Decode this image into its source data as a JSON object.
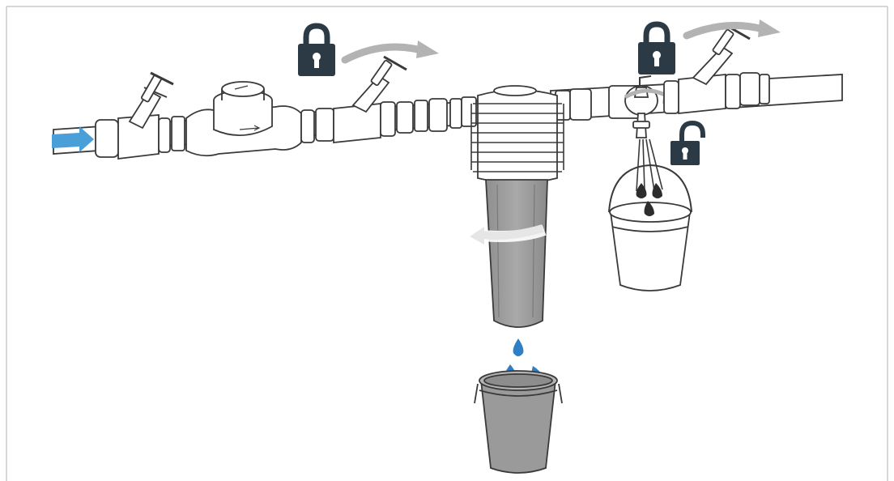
{
  "diagram": {
    "elements": [
      {
        "name": "inlet-flow-arrow",
        "icon": "arrow-right-icon"
      },
      {
        "name": "upstream-shutoff-valve",
        "icon": "valve-icon"
      },
      {
        "name": "water-meter",
        "icon": "meter-icon"
      },
      {
        "name": "pre-filter-valve",
        "icon": "valve-icon"
      },
      {
        "name": "filter-housing-head",
        "icon": "filter-head-icon"
      },
      {
        "name": "filter-bowl",
        "icon": "filter-bowl-icon"
      },
      {
        "name": "drain-bucket",
        "icon": "bucket-icon"
      },
      {
        "name": "drain-tap",
        "icon": "tap-icon"
      },
      {
        "name": "tap-bucket",
        "icon": "bucket-icon"
      },
      {
        "name": "downstream-shutoff-valve",
        "icon": "valve-icon"
      }
    ],
    "states": {
      "pre_filter_valve": "locked",
      "downstream_valve": "locked",
      "drain_tap": "unlocked"
    },
    "colors": {
      "outline": "#3a3a3a",
      "pipe_fill": "#ffffff",
      "water": "#2f7fc4",
      "inlet_arrow": "#4a9fd9",
      "dark_drop": "#2d2d2d",
      "lock": "#2b3a45",
      "rotate_arrow": "#b3b3b3",
      "filter_bowl": "#9e9e9e",
      "bucket_grey": "#9a9a9a",
      "frame_border": "#c8c8c8"
    }
  }
}
